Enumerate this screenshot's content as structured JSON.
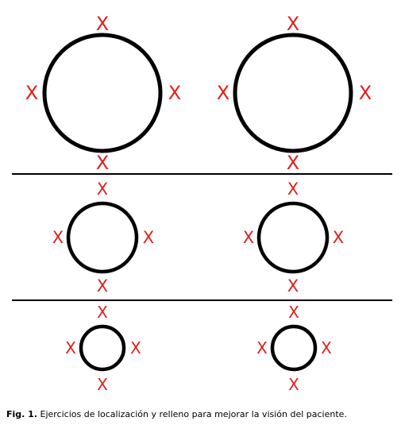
{
  "marker_text": "X",
  "colors": {
    "marker": "#e0201b",
    "circle_stroke": "#000000",
    "divider": "#000000"
  },
  "rows": [
    {
      "name": "large",
      "circles": 2
    },
    {
      "name": "medium",
      "circles": 2
    },
    {
      "name": "small",
      "circles": 2
    }
  ],
  "caption": {
    "label": "Fig. 1.",
    "text": " Ejercicios de localización y relleno para mejorar la visión del paciente."
  }
}
